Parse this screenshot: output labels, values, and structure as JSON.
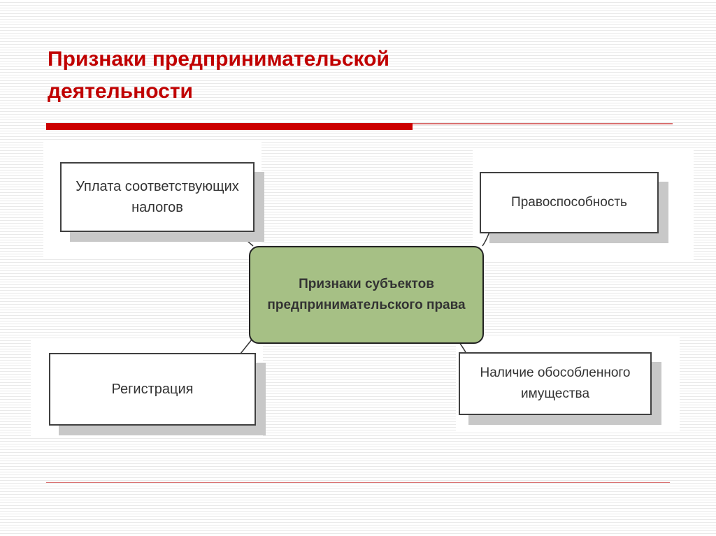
{
  "slide": {
    "title": "Признаки предпринимательской деятельности"
  },
  "diagram": {
    "center_label": "Признаки субъектов предпринимательского права",
    "boxes": {
      "top_left": "Уплата соответствующих налогов",
      "top_right": "Правоспособность",
      "bottom_left": "Регистрация",
      "bottom_right": "Наличие обособленного имущества"
    }
  },
  "colors": {
    "title": "#c00000",
    "accent_rule": "#cc0000",
    "center_fill": "#a6c085"
  }
}
